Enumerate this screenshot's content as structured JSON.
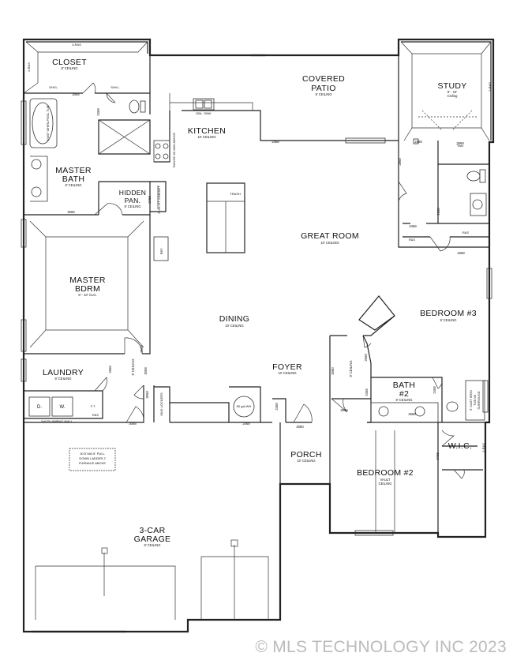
{
  "rooms": {
    "closet": {
      "name": "CLOSET",
      "ceiling": "8' CEILING"
    },
    "covered_patio": {
      "name_line1": "COVERED",
      "name_line2": "PATIO",
      "ceiling": "8' CEILING"
    },
    "study": {
      "name": "STUDY",
      "ceiling_line1": "8' - 10'",
      "ceiling_line2": "Ceiling"
    },
    "kitchen": {
      "name": "KITCHEN",
      "ceiling": "10' CEILING"
    },
    "master_bath": {
      "name_line1": "MASTER",
      "name_line2": "BATH",
      "ceiling": "8' CEILING"
    },
    "hidden_pan": {
      "name_line1": "HIDDEN",
      "name_line2": "PAN.",
      "ceiling": "8' CEILING"
    },
    "great_room": {
      "name": "GREAT ROOM",
      "ceiling": "10' CEILING"
    },
    "master_bdrm": {
      "name_line1": "MASTER",
      "name_line2": "BDRM",
      "ceiling": "8' - 10' CLG."
    },
    "dining": {
      "name": "DINING",
      "ceiling": "10' CEILING"
    },
    "bedroom3": {
      "name": "BEDROOM #3",
      "ceiling": "9' CEILING"
    },
    "laundry": {
      "name": "LAUNDRY",
      "ceiling": "8' CEILING"
    },
    "foyer": {
      "name": "FOYER",
      "ceiling": "10' CEILING"
    },
    "bath2": {
      "name_line1": "BATH",
      "name_line2": "#2",
      "ceiling": "8' CEILING"
    },
    "porch": {
      "name": "PORCH",
      "ceiling": "10' CEILING"
    },
    "bedroom2": {
      "name": "BEDROOM #2",
      "ceiling_line1": "VAULT",
      "ceiling_line2": "CEILING"
    },
    "wic": {
      "name": "W.I.C."
    },
    "garage": {
      "name_line1": "3-CAR",
      "name_line2": "GARAGE",
      "ceiling": "8' CEILING"
    }
  },
  "fixtures": {
    "shelf_rod_top": "3-RAS",
    "shelf_rod_side": "2-RAS",
    "shelf_left": "SHVL.",
    "shelf_right": "SHVL.",
    "whirlpool_tub": "5'x60\" WHIRLPOOL TUB",
    "sink_label": "DBL. SINK",
    "range": "RANGE W/ M/W ABOVE",
    "pantry_cabinet": "FULL HT. CABINET",
    "trash": "TRASH",
    "refrigerator": "REF.",
    "study_shelves": "2-RAS",
    "study_twin": "Twin",
    "ras_a": "R&S",
    "ras_b": "R&S",
    "mud_lockers": "MUD LOCKERS",
    "water_heater": "50 gal WH",
    "dryer": "D.",
    "washer": "W.",
    "folding_table": "F.T.",
    "laundry_ras": "R&S",
    "plumbing_wall": "2x6 PLUMBING WALL",
    "garage_note_line1": "30.5\"x60.5\" PULL",
    "garage_note_line2": "DOWN LADDER 2",
    "garage_note_line3": "FURNACE ABOVE",
    "bath2_tub_line1": "5' CAST IRON",
    "bath2_tub_line2": "TUB W/",
    "bath2_tub_line3": "SURROUND",
    "wic_shelves": "2-RAS"
  },
  "doors": {
    "d1": "3068",
    "d2": "2468",
    "d3": "3068",
    "d4": "2468",
    "d5": "2668",
    "d6": "2468",
    "d7": "2868",
    "d8": "2468",
    "d9": "2668",
    "d10": "2468",
    "d11": "2868",
    "d12": "4068",
    "d13": "2668",
    "d14": "2668",
    "d15": "3068",
    "d16": "3068",
    "d17": "3080",
    "d18": "2468",
    "d19": "2468",
    "d20": "2668",
    "d21": "2468",
    "d22": "2468",
    "d23": "2668",
    "d24": "2468",
    "d25": "9' CEILING",
    "d26": "9' CEILING",
    "d27": "3080",
    "d28": "3068"
  },
  "watermark": "© MLS TECHNOLOGY INC 2023"
}
